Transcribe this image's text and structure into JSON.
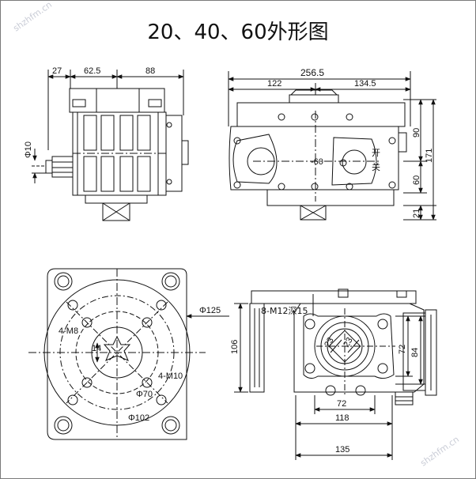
{
  "title": "20、40、60外形图",
  "watermark": "shzhfm.cn",
  "views": {
    "side": {
      "d27": "27",
      "d62_5": "62.5",
      "d88": "88",
      "phi10": "Φ10"
    },
    "top": {
      "d256_5": "256.5",
      "d122": "122",
      "d134_5": "134.5",
      "d90": "90",
      "d171": "171",
      "d60v": "60",
      "d21": "21",
      "center_60": "-60",
      "open_label": "开",
      "close_label": "关"
    },
    "bottom_left": {
      "phi125": "Φ125",
      "m8": "4-M8",
      "m10": "4-M10",
      "phi70": "Φ70",
      "phi102": "Φ102",
      "d14": "14"
    },
    "bottom_right": {
      "m12": "8-M12深15",
      "d106": "106",
      "d72v": "72",
      "d84": "84",
      "d72h": "72",
      "d118": "118",
      "d135": "135",
      "d23a": "23",
      "d23b": "23"
    }
  },
  "colors": {
    "line": "#111111",
    "background": "#ffffff",
    "frame": "#7a7a7a"
  }
}
